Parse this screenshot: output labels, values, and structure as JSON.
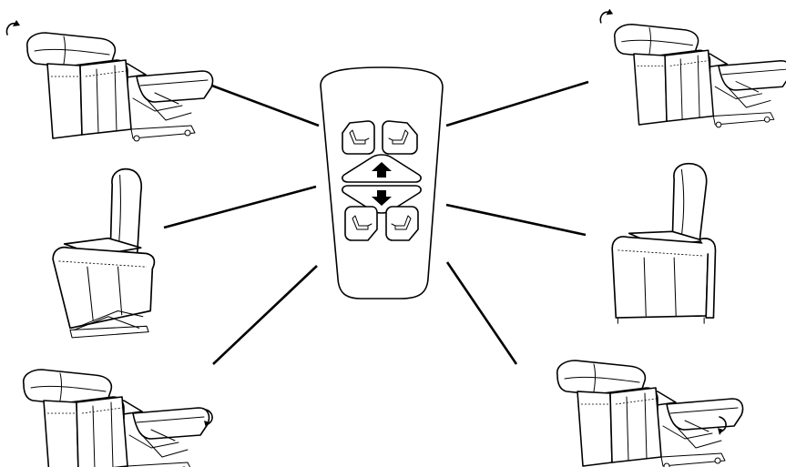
{
  "colors": {
    "ink": "#000000",
    "background": "#ffffff"
  },
  "remote": {
    "buttons": [
      {
        "icon": "backrest-recline-icon",
        "function": "back"
      },
      {
        "icon": "backrest-upright-icon",
        "function": "back"
      },
      {
        "icon": "lift-up-arrow-icon",
        "function": "lift-up"
      },
      {
        "icon": "lift-down-arrow-icon",
        "function": "lift-down"
      },
      {
        "icon": "footrest-extend-icon",
        "function": "footrest"
      },
      {
        "icon": "footrest-retract-icon",
        "function": "footrest"
      }
    ]
  },
  "chairs": [
    {
      "pose": "backrest-recline",
      "motion_icon": "counter-clockwise-arrow-icon"
    },
    {
      "pose": "backrest-upright",
      "motion_icon": "counter-clockwise-arrow-icon"
    },
    {
      "pose": "lift-tilt-forward",
      "motion_icon": ""
    },
    {
      "pose": "seated-down",
      "motion_icon": ""
    },
    {
      "pose": "footrest-extend",
      "motion_icon": "clockwise-arrow-icon"
    },
    {
      "pose": "footrest-retract",
      "motion_icon": "clockwise-arrow-icon"
    }
  ]
}
